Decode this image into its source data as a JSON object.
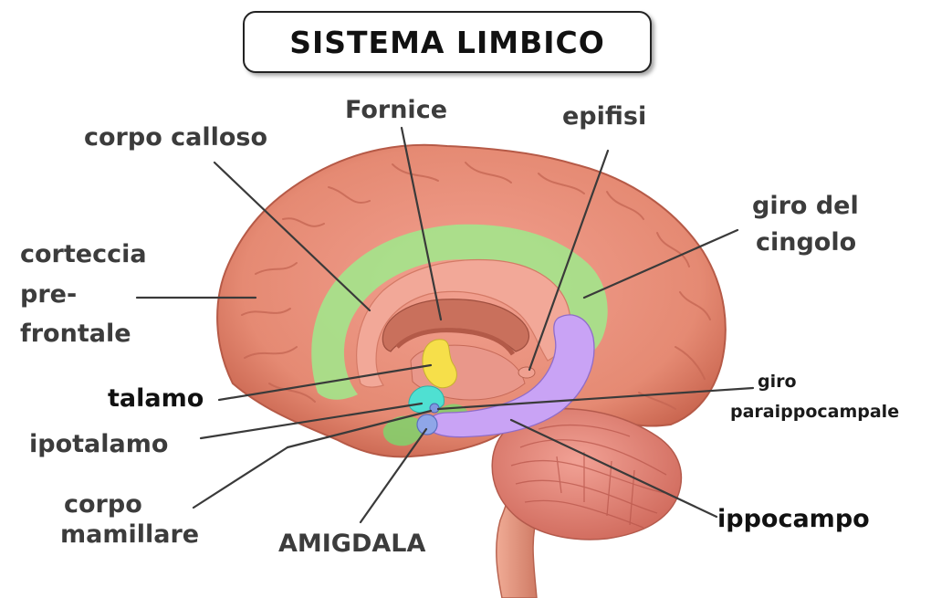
{
  "title": "SISTEMA LIMBICO",
  "labels": {
    "fornice": "Fornice",
    "epifisi": "epifisi",
    "corpo_calloso": "corpo calloso",
    "giro_del_cingolo_1": "giro del",
    "giro_del_cingolo_2": "cingolo",
    "corteccia_1": "corteccia",
    "corteccia_2": "pre-",
    "corteccia_3": "frontale",
    "talamo": "talamo",
    "ipotalamo": "ipotalamo",
    "giro_parai_1": "giro",
    "giro_parai_2": "paraippocampale",
    "corpo_mamillare_1": "corpo",
    "corpo_mamillare_2": "mamillare",
    "amigdala": "AMIGDALA",
    "ippocampo": "ippocampo"
  },
  "colors": {
    "cortex": "#e58a73",
    "cingulate": "#9fea8c",
    "corpus_callosum": "#f2a898",
    "thalamus": "#f6df4a",
    "hypothalamus": "#4fe0d2",
    "hippocampus": "#c9a3f5",
    "cerebellum": "#e58a7d",
    "brainstem": "#e5a089"
  }
}
